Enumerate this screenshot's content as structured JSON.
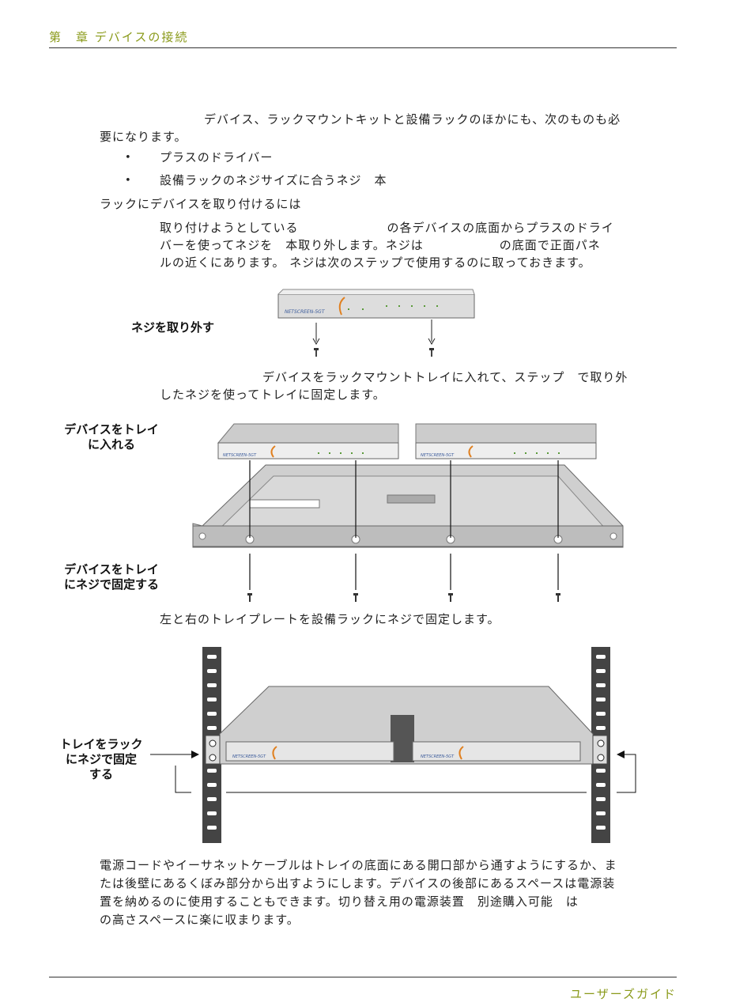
{
  "header": {
    "chapter": "第　章 デバイスの接続"
  },
  "intro": {
    "line1": "デバイス、ラックマウントキットと設備ラックのほかにも、次のものも必",
    "line2": "要になります。"
  },
  "bullets": [
    {
      "dot": "•",
      "text": "プラスのドライバー"
    },
    {
      "dot": "•",
      "text": "設備ラックのネジサイズに合うネジ　本"
    }
  ],
  "procedure_title": "ラックにデバイスを取り付けるには",
  "step1": {
    "line1": "取り付けようとしている　　　　　　　の各デバイスの底面からプラスのドライ",
    "line2": "バーを使ってネジを　本取り外します。ネジは　　　　　　の底面で正面パネ",
    "line3": "ルの近くにあります。 ネジは次のステップで使用するのに取っておきます。"
  },
  "fig1": {
    "label": "ネジを取り外す",
    "brand": "NETSCREEN-5GT"
  },
  "step2": {
    "line1": "デバイスをラックマウントトレイに入れて、ステップ　で取り外",
    "line2": "したネジを使ってトレイに固定します。"
  },
  "fig2": {
    "label_top_1": "デバイスをトレイ",
    "label_top_2": "に入れる",
    "label_bottom_1": "デバイスをトレイ",
    "label_bottom_2": "にネジで固定する",
    "brand": "NETSCREEN-5GT"
  },
  "step3": "左と右のトレイプレートを設備ラックにネジで固定します。",
  "fig3": {
    "label_1": "トレイをラック",
    "label_2": "にネジで固定",
    "label_3": "する",
    "brand": "NETSCREEN-5GT"
  },
  "closing": {
    "line1": "電源コードやイーサネットケーブルはトレイの底面にある開口部から通すようにするか、ま",
    "line2": "たは後壁にあるくぼみ部分から出すようにします。デバイスの後部にあるスペースは電源装",
    "line3": "置を納めるのに使用することもできます。切り替え用の電源装置　別途購入可能　は",
    "line4": "の高さスペースに楽に収まります。"
  },
  "footer": {
    "title": "ユーザーズガイド"
  }
}
